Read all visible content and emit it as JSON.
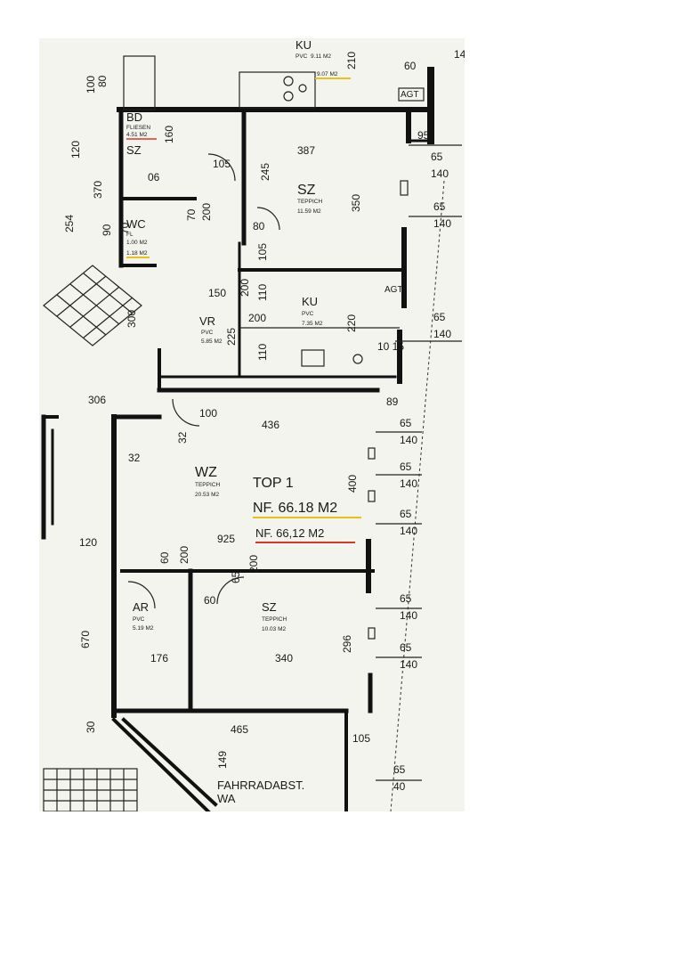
{
  "labels": {
    "ku": "KU",
    "ku_sub": "PVC",
    "ku_area": "9.11 M2",
    "ku_area2": "9.07 M2",
    "agt_top": "AGT",
    "bd": "BD",
    "bd_sub": "FLIESEN",
    "bd_area": "4.51 M2",
    "sz_small": "SZ",
    "wc": "WC",
    "wc_sub": "FL",
    "wc_area": "1.00 M2",
    "wc_area2": "1.18 M2",
    "sz_top": "SZ",
    "sz_top_sub": "TEPPICH",
    "sz_top_area": "11.59 M2",
    "ku2": "KU",
    "ku2_sub": "PVC",
    "ku2_area": "7.35 M2",
    "agt_mid": "AGT",
    "vr": "VR",
    "vr_sub": "PVC",
    "vr_area": "5.85 M2",
    "wz": "WZ",
    "wz_sub": "TEPPICH",
    "wz_area": "20.53 M2",
    "top": "TOP 1",
    "nf1": "NF. 66.18 M2",
    "nf2": "NF. 66,12 M2",
    "ar": "AR",
    "ar_sub": "PVC",
    "ar_area": "5.19 M2",
    "sz_bot": "SZ",
    "sz_bot_sub": "TEPPICH",
    "sz_bot_area": "10.03 M2",
    "fahrrad": "FAHRRADABST.",
    "wa": "WA"
  },
  "dims": {
    "d_80": "80",
    "d_100": "100",
    "d_60": "60",
    "d_95": "95",
    "d_14": "14",
    "d_210": "210",
    "d_160": "160",
    "d_105": "105",
    "d_245": "245",
    "d_350": "350",
    "d_387": "387",
    "d_120a": "120",
    "d_370": "370",
    "d_254": "254",
    "d_90": "90",
    "d_06": "06",
    "d_70": "70",
    "d_200a": "200",
    "d_80b": "80",
    "d_105b": "105",
    "d_150": "150",
    "d_110a": "110",
    "d_200b": "200",
    "d_220": "220",
    "d_110b": "110",
    "d_1015": "10 15",
    "d_89": "89",
    "d_436": "436",
    "d_100b": "100",
    "d_300": "300",
    "d_306": "306",
    "d_32a": "32",
    "d_32b": "32",
    "d_400": "400",
    "d_120b": "120",
    "d_925": "925",
    "d_60b": "60",
    "d_200c": "200",
    "d_60c": "60",
    "d_65": "65",
    "d_200d": "200",
    "d_176": "176",
    "d_340": "340",
    "d_670": "670",
    "d_296": "296",
    "d_465": "465",
    "d_30": "30",
    "d_105c": "105",
    "d_149": "149",
    "d_70b": "70",
    "d_225": "225",
    "d_200e": "200"
  },
  "side_dims": [
    {
      "top": "65",
      "bot": "140"
    },
    {
      "top": "65",
      "bot": "140"
    },
    {
      "top": "65",
      "bot": "140"
    },
    {
      "top": "65",
      "bot": "140"
    },
    {
      "top": "65",
      "bot": "140"
    },
    {
      "top": "65",
      "bot": "140"
    },
    {
      "top": "65",
      "bot": "140"
    },
    {
      "top": "65",
      "bot": "140"
    },
    {
      "top": "65",
      "bot": "40"
    }
  ],
  "colors": {
    "underline_red": "#d9362b",
    "underline_yellow": "#e6c21a",
    "wall": "#111111",
    "paper": "#f4f4ee"
  }
}
